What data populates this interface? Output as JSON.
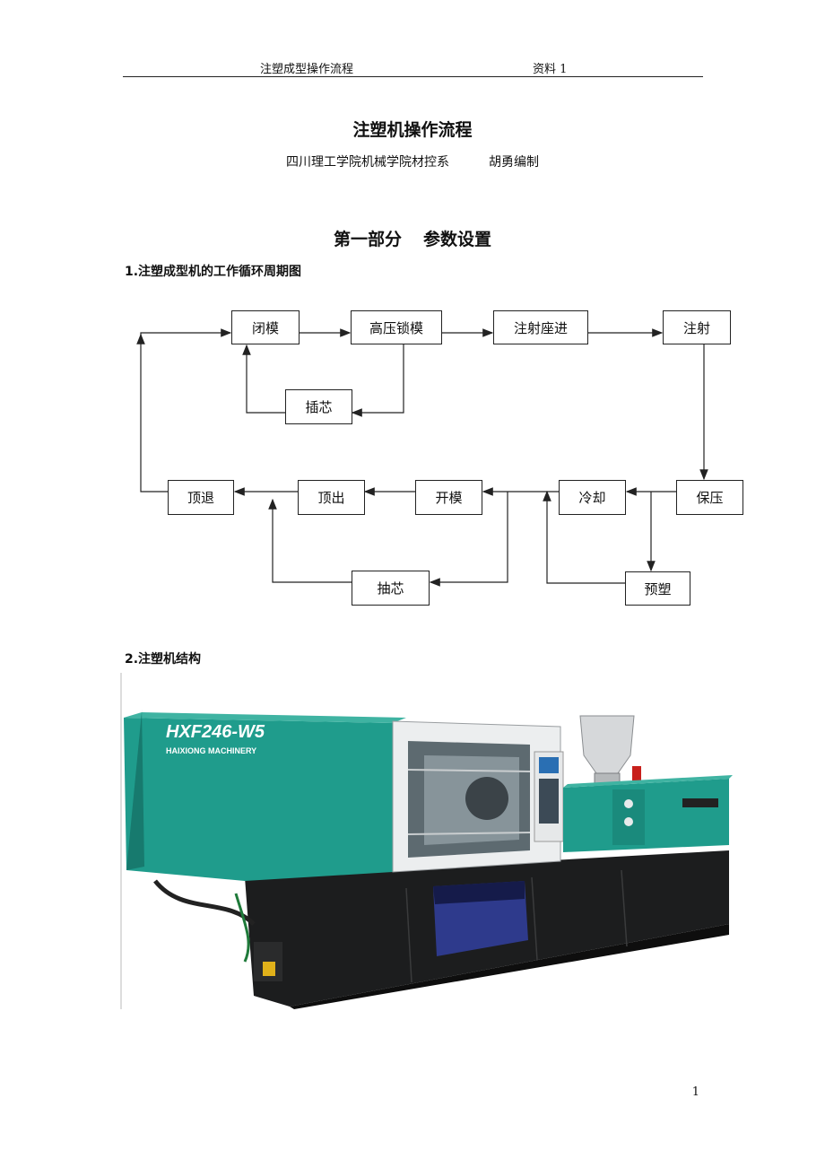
{
  "header": {
    "left": "注塑成型操作流程",
    "right": "资料 1"
  },
  "title": "注塑机操作流程",
  "author": {
    "dept": "四川理工学院机械学院材控系",
    "name": "胡勇编制"
  },
  "part": {
    "label": "第一部分",
    "name": "参数设置"
  },
  "section1": "1.注塑成型机的工作循环周期图",
  "flow": {
    "close_mold": "闭模",
    "high_pressure_lock": "高压锁模",
    "nozzle_forward": "注射座进",
    "inject": "注射",
    "core_in": "插芯",
    "hold_pressure": "保压",
    "cooling": "冷却",
    "open_mold": "开模",
    "eject": "顶出",
    "eject_retract": "顶退",
    "core_pull": "抽芯",
    "plasticize": "预塑"
  },
  "section2": "2.注塑机结构",
  "machine": {
    "model": "HXF246-W5",
    "brand": "HAIXIONG MACHINERY"
  },
  "page_number": "1"
}
